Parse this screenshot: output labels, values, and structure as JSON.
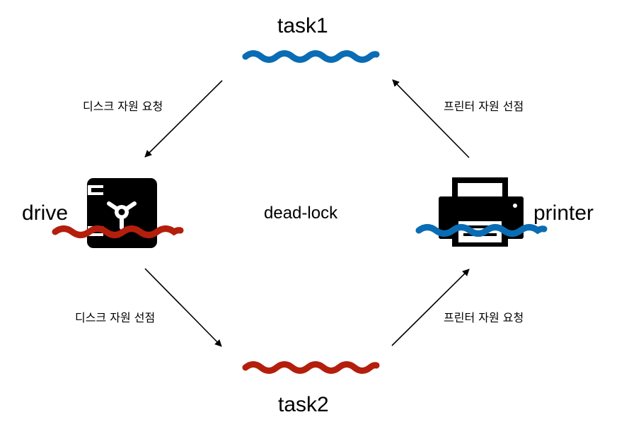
{
  "nodes": {
    "task1": "task1",
    "task2": "task2",
    "drive": "drive",
    "printer": "printer",
    "center": "dead-lock"
  },
  "edges": {
    "task1_to_drive": "디스크 자원 요청",
    "printer_to_task1": "프린터 자원 선점",
    "drive_to_task2": "디스크 자원 선점",
    "task2_to_printer": "프린터 자원 요청"
  },
  "icons": {
    "drive": "safe-icon",
    "printer": "printer-icon",
    "task1_wave": "blue-wave",
    "task2_wave": "red-wave"
  },
  "colors": {
    "blue": "#0a6cb4",
    "red": "#b31f0c",
    "black": "#000000"
  }
}
